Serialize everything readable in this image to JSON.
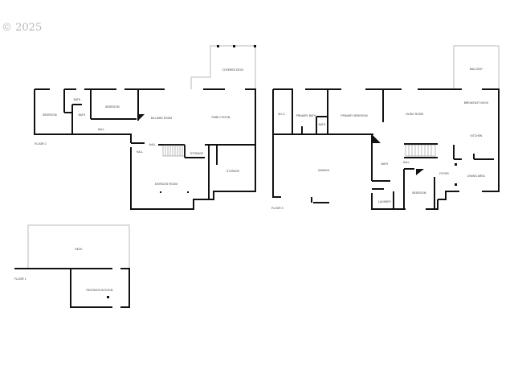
{
  "copyright": "© 2025",
  "floors": [
    {
      "label": "FLOOR 2",
      "rooms": [
        "BEDROOM",
        "BATH",
        "BATH",
        "BEDROOM",
        "HALL",
        "BILLIARD ROOM",
        "FAMILY ROOM",
        "COVERED DECK",
        "HALL",
        "HALL",
        "STORAGE",
        "STORAGE",
        "EXERCISE ROOM"
      ]
    },
    {
      "label": "FLOOR 3",
      "rooms": [
        "W.I.C.",
        "PRIMARY BATH",
        "BATH",
        "PRIMARY BEDROOM",
        "LIVING ROOM",
        "BREAKFAST NOOK",
        "BALCONY",
        "KITCHEN",
        "GARAGE",
        "BATH",
        "HALL",
        "FOYER",
        "DINING AREA",
        "BEDROOM",
        "LAUNDRY"
      ]
    },
    {
      "label": "FLOOR 1",
      "rooms": [
        "DECK",
        "RECREATION ROOM"
      ]
    }
  ]
}
